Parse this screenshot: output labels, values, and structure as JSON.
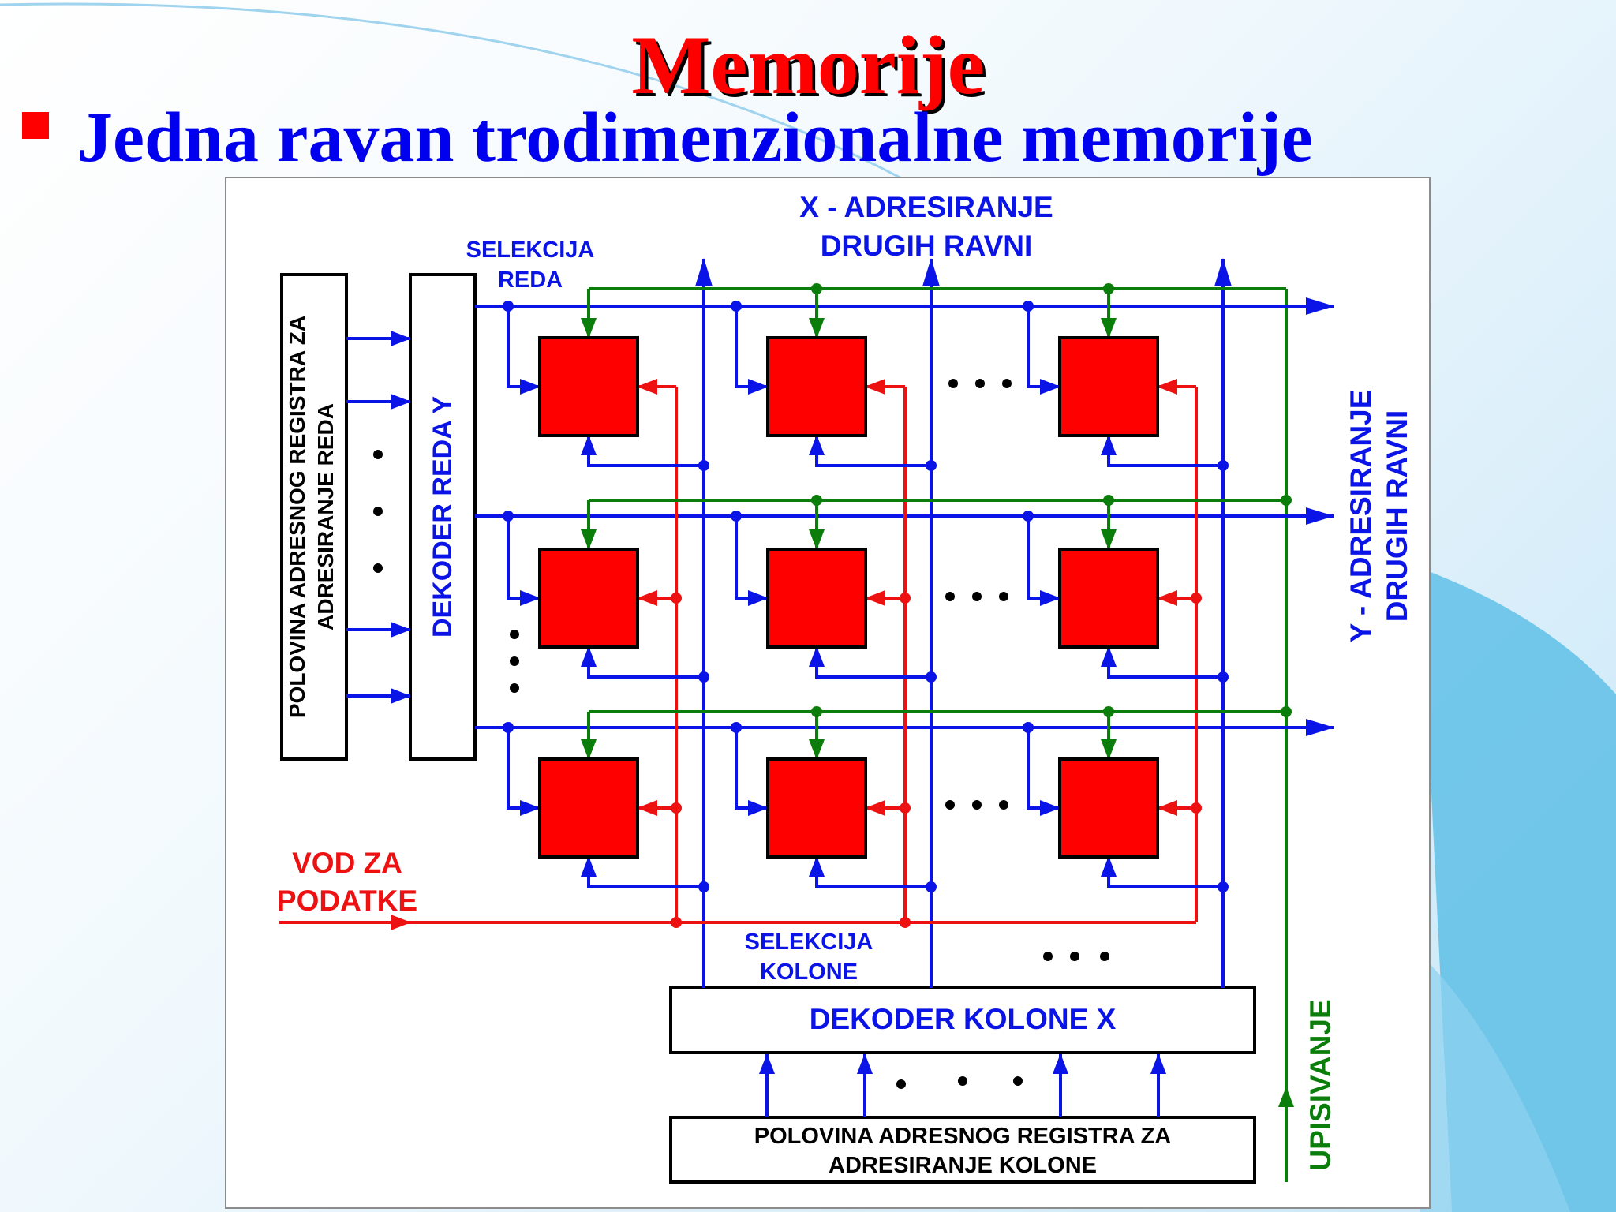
{
  "slide": {
    "title": "Memorije",
    "subtitle": "Jedna ravan trodimenzionalne memorije"
  },
  "diagram": {
    "row_register": [
      "POLOVINA ADRESNOG REGISTRA ZA",
      "ADRESIRANJE REDA"
    ],
    "row_decoder": "DEKODER REDA Y",
    "row_select": [
      "SELEKCIJA",
      "REDA"
    ],
    "x_addressing": [
      "X - ADRESIRANJE",
      "DRUGIH RAVNI"
    ],
    "y_addressing": [
      "Y - ADRESIRANJE",
      "DRUGIH RAVNI"
    ],
    "data_line": [
      "VOD ZA",
      "PODATKE"
    ],
    "column_select": [
      "SELEKCIJA",
      "KOLONE"
    ],
    "column_decoder": "DEKODER KOLONE X",
    "column_register": [
      "POLOVINA ADRESNOG REGISTRA ZA",
      "ADRESIRANJE KOLONE"
    ],
    "write": "UPISIVANJE"
  },
  "colors": {
    "title": "#ff0000",
    "subtitle": "#0000ee",
    "address_lines": "#0a14e6",
    "data_lines": "#ee1111",
    "write_lines": "#0b7d0b",
    "memory_cell": "#ff0000"
  }
}
